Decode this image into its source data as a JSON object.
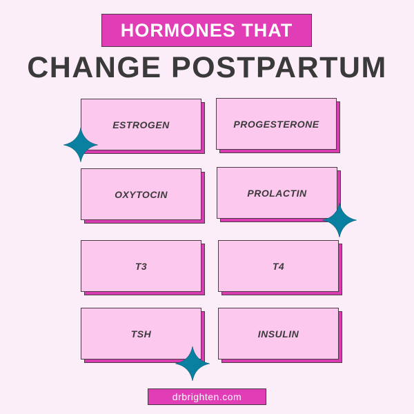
{
  "header": {
    "banner": "HORMONES THAT",
    "title": "CHANGE POSTPARTUM"
  },
  "hormones": [
    {
      "label": "ESTROGEN"
    },
    {
      "label": "PROGESTERONE"
    },
    {
      "label": "OXYTOCIN"
    },
    {
      "label": "PROLACTIN"
    },
    {
      "label": "T3"
    },
    {
      "label": "T4"
    },
    {
      "label": "TSH"
    },
    {
      "label": "INSULIN"
    }
  ],
  "footer": {
    "url": "drbrighten.com"
  },
  "colors": {
    "background": "#fbeef8",
    "accent_magenta": "#e03db6",
    "card_fill": "#fdc8ee",
    "sparkle_teal": "#0a80a0",
    "text_dark": "#3a3a3a"
  },
  "decorations": {
    "sparkle_icon": "four-point-star"
  }
}
